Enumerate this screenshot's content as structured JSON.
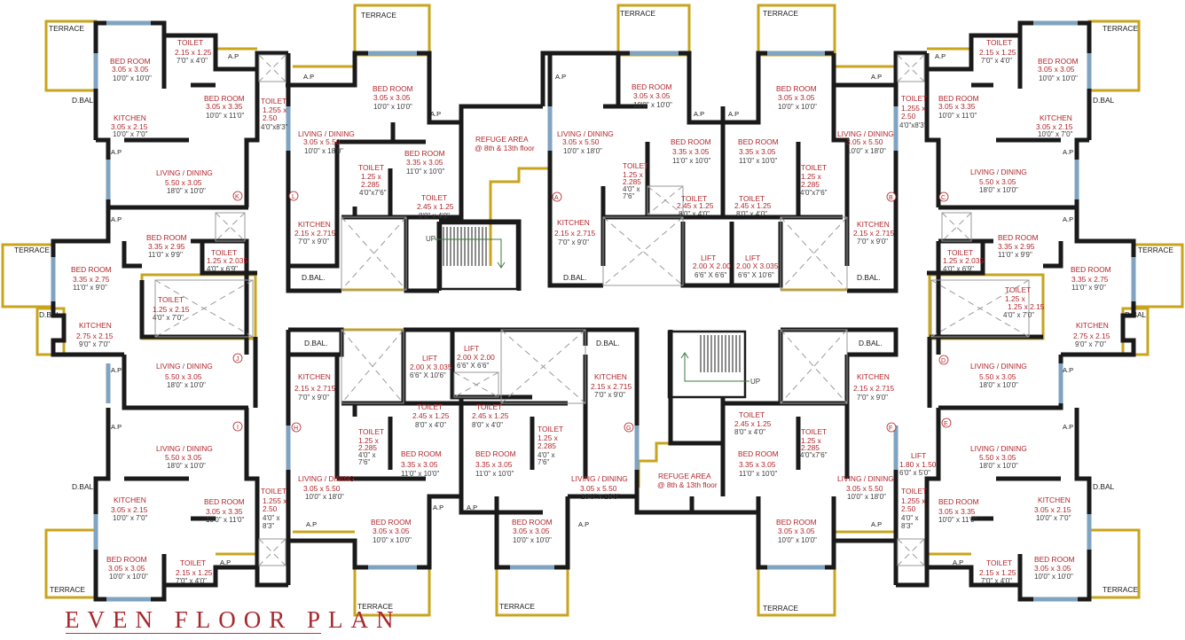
{
  "title": "EVEN FLOOR PLAN",
  "labels": {
    "terrace": "TERRACE",
    "dbal": "D.BAL",
    "dbal_dot": "D.BAL.",
    "ap": "A.P",
    "up": "UP",
    "bed_room": "BED ROOM",
    "kitchen": "KITCHEN",
    "toilet": "TOILET",
    "living_dining": "LIVING / DINING",
    "lift": "LIFT",
    "refuge_area": "REFUGE AREA",
    "refuge_floors": "@ 8th & 13th floor"
  },
  "rooms": {
    "r1": {
      "m": "3.05 x 3.05",
      "f": "10'0\" x 10'0\""
    },
    "r2": {
      "m": "2.15 x 1.25",
      "f": "7'0\" x 4'0\""
    },
    "r3": {
      "m": "3.05 x 3.35",
      "f": "10'0\" x 11'0\""
    },
    "r4": {
      "m": "1.255 x",
      "m2": "2.50",
      "f": "4'0\"x8'3\""
    },
    "r5": {
      "m": "3.05 x 2.15",
      "f": "10'0\" x 7'0\""
    },
    "r6": {
      "m": "5.50 x 3.05",
      "f": "18'0\" x 10'0\""
    },
    "r7": {
      "m": "3.35 x 2.95",
      "f": "11'0\" x 9'9\""
    },
    "r8": {
      "m": "1.25 x 2.035",
      "f": "4'0\" x 6'9\""
    },
    "r9": {
      "m": "3.35 x 2.75",
      "f": "11'0\" x 9'0\""
    },
    "r10": {
      "m": "1.25 x 2.15",
      "f": "4'0\" x 7'0\""
    },
    "r11": {
      "m": "2.75 x 2.15",
      "f": "9'0\" x 7'0\""
    },
    "r12": {
      "m": "3.05 x 5.50",
      "f": "10'0\" x 18'0\""
    },
    "r13": {
      "m": "3.35 x 3.05",
      "f": "11'0\" x 10'0\""
    },
    "r14": {
      "m": "1.25 x",
      "m2": "2.285",
      "f": "4'0\"x7'6\""
    },
    "r15": {
      "m": "2.45 x 1.25",
      "f": "8'0\" x 4'0\""
    },
    "r16": {
      "m": "2.15 x 2.715",
      "f": "7'0\" x 9'0\""
    },
    "r17": {
      "m": "2.00 X 2.00",
      "f": "6'6\" X 6'6\""
    },
    "r18": {
      "m": "2.00 X 3.035",
      "f": "6'6\" X 10'6\""
    },
    "r19": {
      "m": "1.80 x 1.50",
      "f": "6'0\" x 5'0\""
    },
    "r20": {
      "m": "1.25 x",
      "m2": "2.285",
      "f": "4'0\" x",
      "f2": "7'6\""
    },
    "r21": {
      "m": "1.255 x",
      "m2": "2.50",
      "f": "4'0\" x",
      "f2": "8'3\""
    }
  },
  "circles": [
    "A",
    "B",
    "C",
    "D",
    "E",
    "F",
    "G",
    "H",
    "I",
    "J",
    "K",
    "L"
  ],
  "colors": {
    "wall": "#1a1a1a",
    "terrace": "#c9a41d",
    "window": "#7fa3c0",
    "room_text": "#b2262b",
    "title": "#a8272c"
  }
}
